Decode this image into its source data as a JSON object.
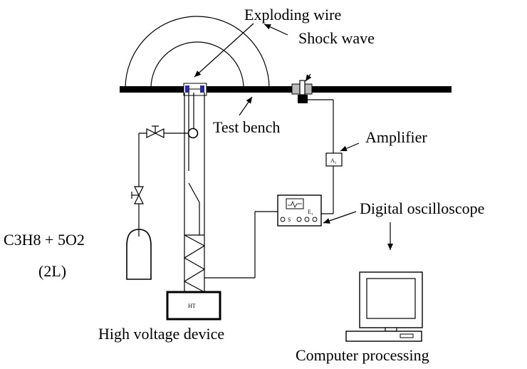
{
  "labels": {
    "exploding_wire": "Exploding wire",
    "shock_wave": "Shock wave",
    "test_bench": "Test bench",
    "amplifier": "Amplifier",
    "digital_oscilloscope": "Digital oscilloscope",
    "gas_mixture": "C3H8 + 5O2",
    "gas_volume": "(2L)",
    "high_voltage_device": "High voltage device",
    "computer_processing": "Computer processing"
  },
  "device_marks": {
    "high_voltage": "HT",
    "amplifier_symbol": "A",
    "amplifier_sub": "1",
    "scope_s": "S",
    "scope_e": "E",
    "scope_e_sub": "1"
  }
}
